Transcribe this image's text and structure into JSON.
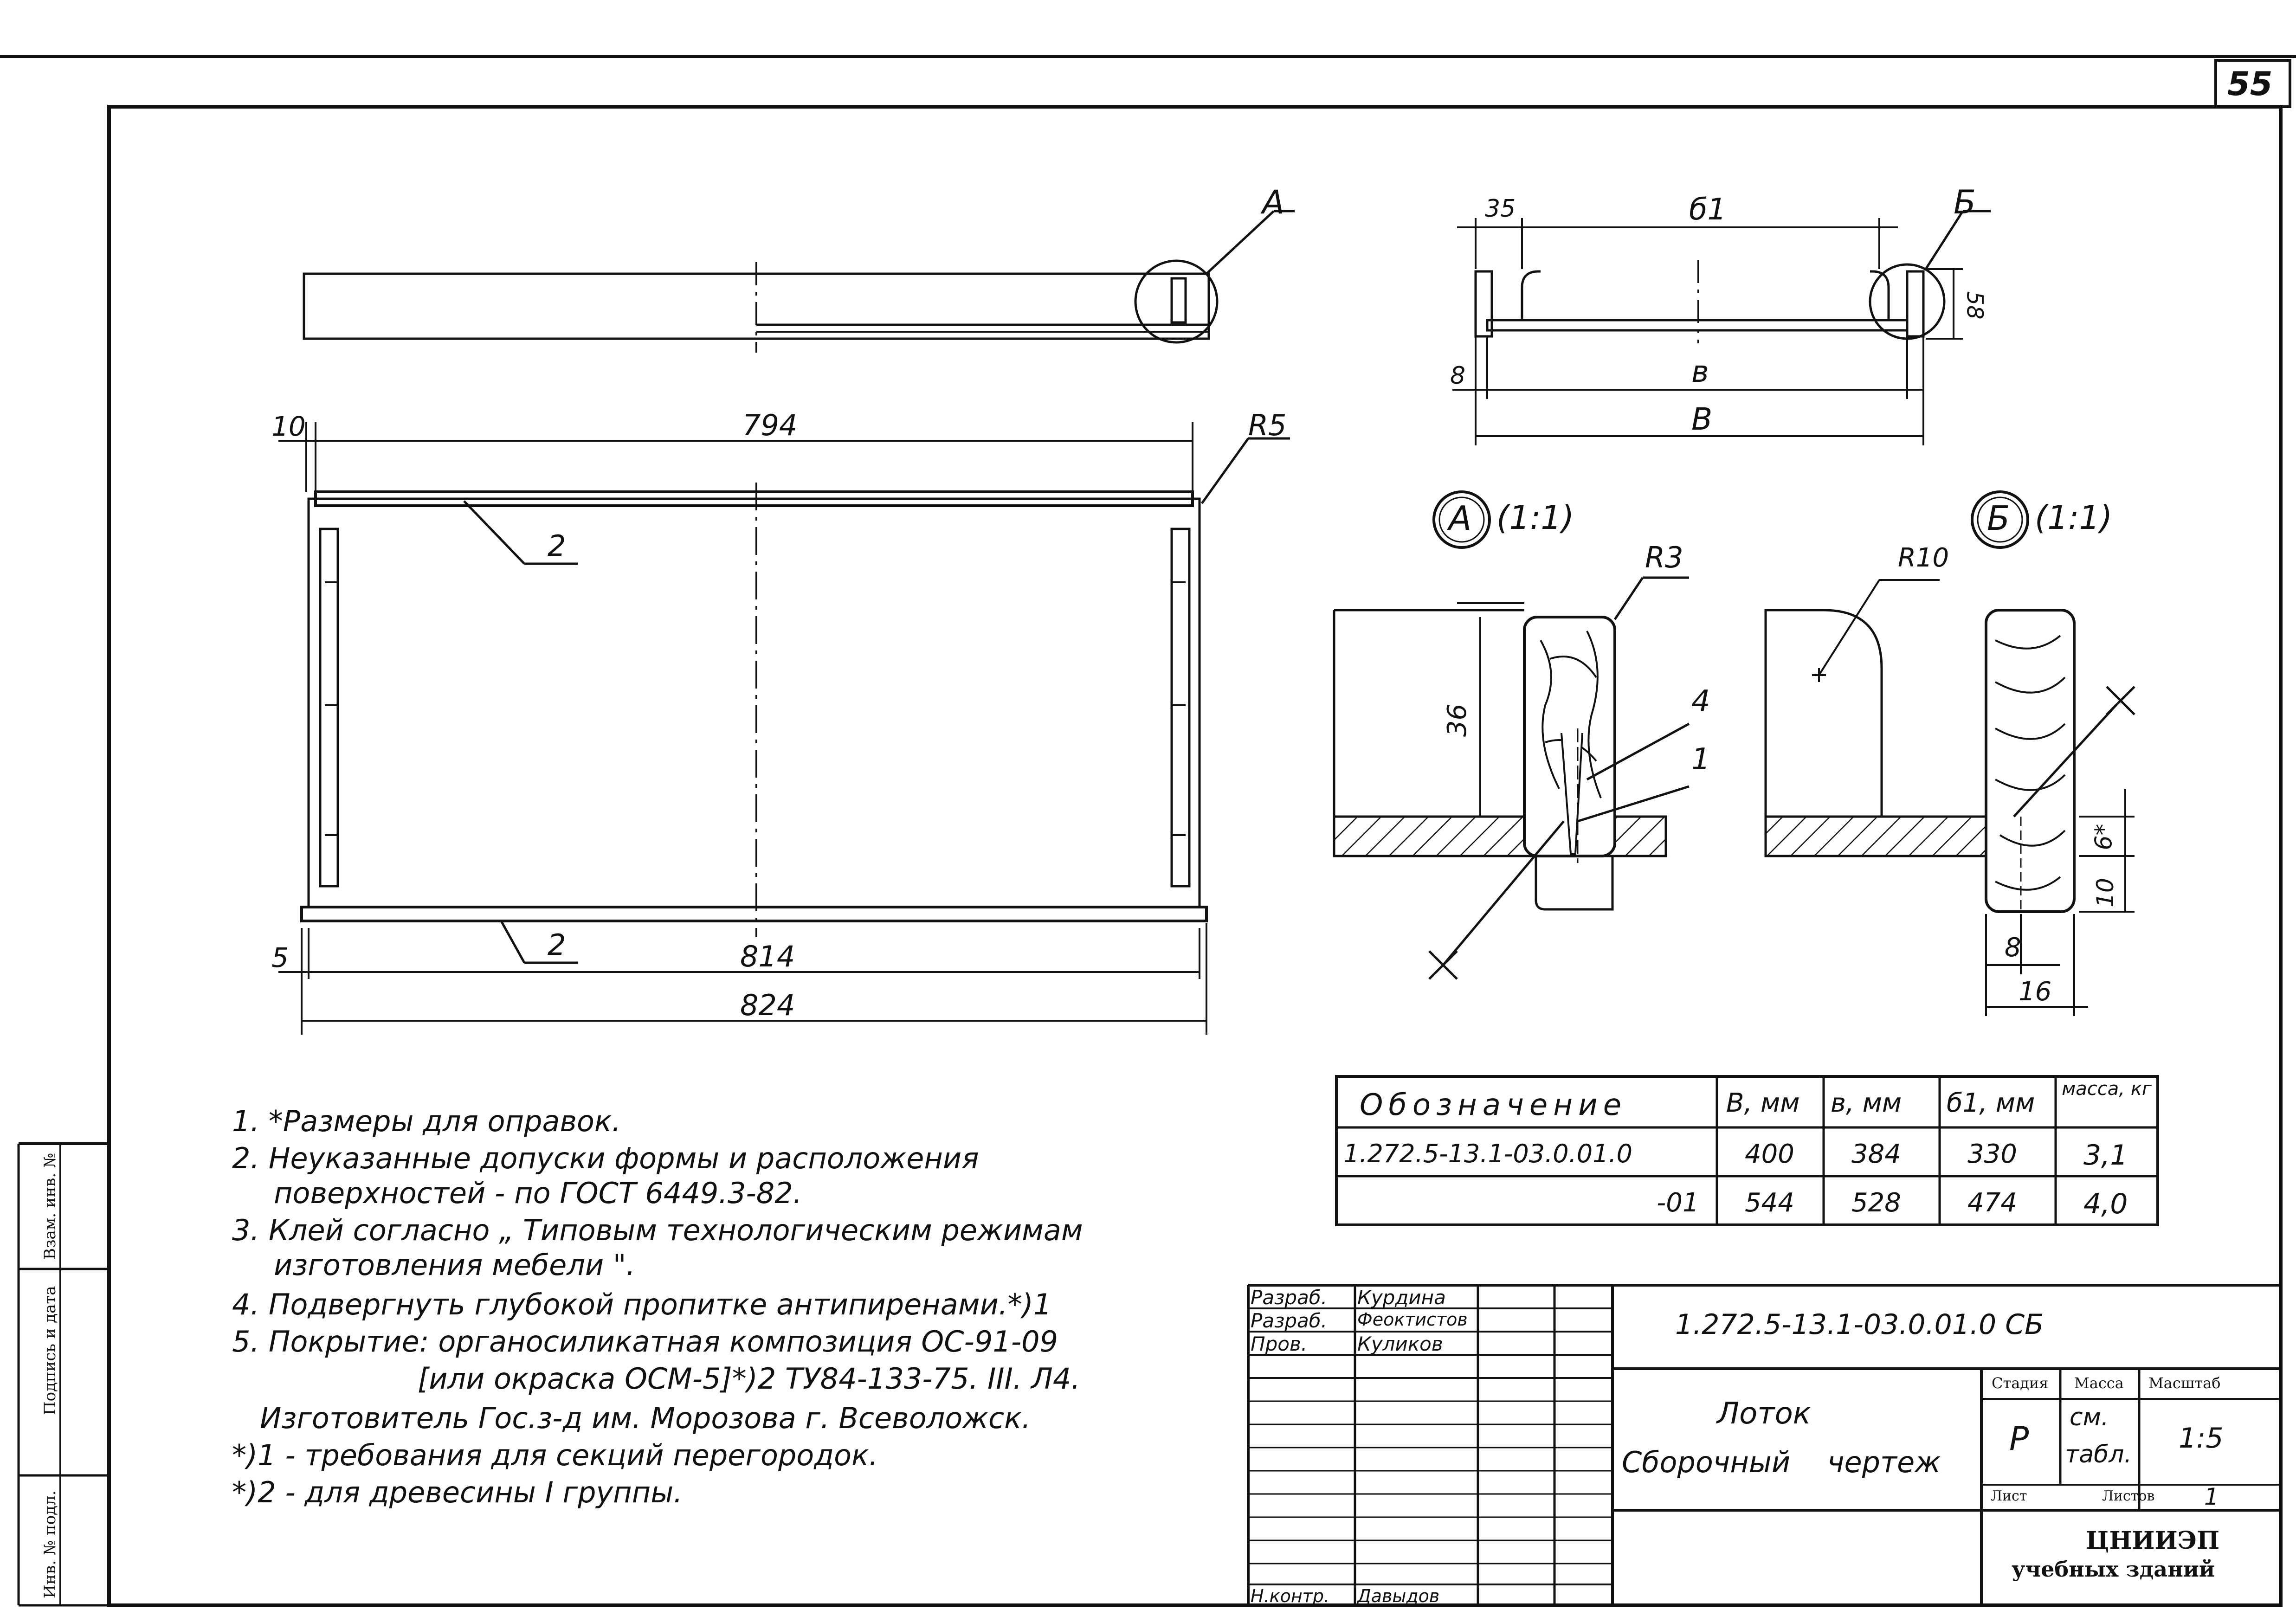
{
  "sheet": {
    "page_number": "55",
    "view_labels": {
      "callout_a": "А",
      "callout_b": "Б",
      "detail_a": "А",
      "detail_b": "Б",
      "detail_scale": "(1:1)"
    },
    "dimensions": {
      "plan_left_offset": "10",
      "plan_length": "794",
      "plan_radius": "R5",
      "plan_bottom_offset": "5",
      "inner_length": "814",
      "overall_length": "824",
      "section_edge": "35",
      "section_b1": "б1",
      "section_b": "в",
      "section_B": "В",
      "section_height": "58",
      "section_offset": "8",
      "detail_a_radius": "R3",
      "detail_a_height": "36",
      "detail_b_radius": "R10",
      "detail_b_h1": "6*",
      "detail_b_h2": "10",
      "detail_b_w1": "8",
      "detail_b_w2": "16"
    },
    "part_labels": {
      "top_rail": "2",
      "bottom_rail": "2",
      "detail_4": "4",
      "detail_1": "1"
    }
  },
  "notes": [
    "1. *Размеры для оправок.",
    "2. Неуказанные допуски формы и расположения",
    "поверхностей - по ГОСТ 6449.3-82.",
    "3. Клей согласно „ Типовым технологическим режимам",
    "изготовления мебели \".",
    "4. Подвергнуть глубокой пропитке антипиренами.*)1",
    "5. Покрытие: органосиликатная композиция ОС-91-09",
    "[или окраска ОСМ-5]*)2 ТУ84-133-75. III. Л4.",
    "Изготовитель Гос.з-д им. Морозова г. Всеволожск.",
    "*)1 - требования для секций перегородок.",
    "*)2 - для древесины I группы."
  ],
  "spec_table": {
    "headers": [
      "Обозначение",
      "В, мм",
      "в, мм",
      "б1, мм",
      "масса, кг"
    ],
    "rows": [
      [
        "1.272.5-13.1-03.0.01.0",
        "400",
        "384",
        "330",
        "3,1"
      ],
      [
        "-01",
        "544",
        "528",
        "474",
        "4,0"
      ]
    ]
  },
  "title_block": {
    "roles": [
      "Разраб.",
      "Разраб.",
      "Пров.",
      "Н.контр."
    ],
    "names": [
      "Курдина",
      "Феоктистов",
      "Куликов",
      "Давыдов"
    ],
    "document_code": "1.272.5-13.1-03.0.01.0 СБ",
    "name_line1": "Лоток",
    "name_line2": "Сборочный чертеж",
    "col_stage": "Стадия",
    "col_mass": "Масса",
    "col_scale": "Масштаб",
    "stage_value": "Р",
    "mass_value1": "см.",
    "mass_value2": "табл.",
    "scale_value": "1:5",
    "sheet_label": "Лист",
    "sheets_label": "Листов",
    "sheets_value": "1",
    "org_line1": "ЦНИИЭП",
    "org_line2": "учебных зданий"
  },
  "side_stamps": [
    "Взам. инв. №",
    "Подпись и дата",
    "Инв. № подл."
  ]
}
